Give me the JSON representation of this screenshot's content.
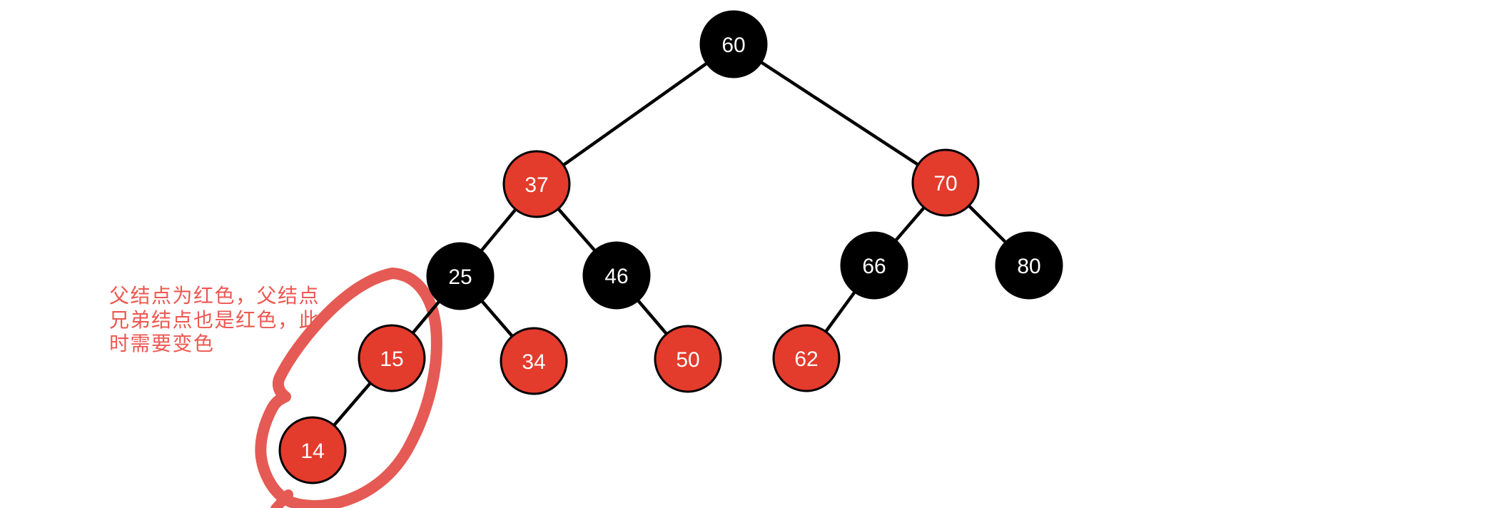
{
  "diagram": {
    "type": "red-black-tree",
    "background": "#FFFFFF"
  },
  "colors": {
    "red_node_fill": "#E33B2C",
    "black_node_fill": "#000000",
    "node_outline": "#000000",
    "node_text": "#FFFFFF",
    "edge": "#000000",
    "annotation_text": "#ED5851",
    "highlight_loop": "#E55A54"
  },
  "tree": {
    "nodes": [
      {
        "value": "60",
        "color": "black",
        "fill": "#000000"
      },
      {
        "value": "37",
        "color": "red",
        "fill": "#E33B2C"
      },
      {
        "value": "70",
        "color": "red",
        "fill": "#E33B2C"
      },
      {
        "value": "25",
        "color": "black",
        "fill": "#000000"
      },
      {
        "value": "46",
        "color": "black",
        "fill": "#000000"
      },
      {
        "value": "66",
        "color": "black",
        "fill": "#000000"
      },
      {
        "value": "80",
        "color": "black",
        "fill": "#000000"
      },
      {
        "value": "15",
        "color": "red",
        "fill": "#E33B2C"
      },
      {
        "value": "34",
        "color": "red",
        "fill": "#E33B2C"
      },
      {
        "value": "50",
        "color": "red",
        "fill": "#E33B2C"
      },
      {
        "value": "62",
        "color": "red",
        "fill": "#E33B2C"
      },
      {
        "value": "14",
        "color": "red",
        "fill": "#E33B2C"
      }
    ],
    "edges": [
      {
        "from": "60",
        "to": "37"
      },
      {
        "from": "60",
        "to": "70"
      },
      {
        "from": "37",
        "to": "25"
      },
      {
        "from": "37",
        "to": "46"
      },
      {
        "from": "25",
        "to": "15"
      },
      {
        "from": "25",
        "to": "34"
      },
      {
        "from": "46",
        "to": "50"
      },
      {
        "from": "70",
        "to": "66"
      },
      {
        "from": "70",
        "to": "80"
      },
      {
        "from": "66",
        "to": "62"
      },
      {
        "from": "15",
        "to": "14"
      }
    ],
    "highlighted_nodes": [
      "15",
      "14"
    ]
  },
  "annotation": {
    "lines": [
      "父结点为红色，父结点",
      "兄弟结点也是红色，此",
      "时需要变色"
    ]
  }
}
